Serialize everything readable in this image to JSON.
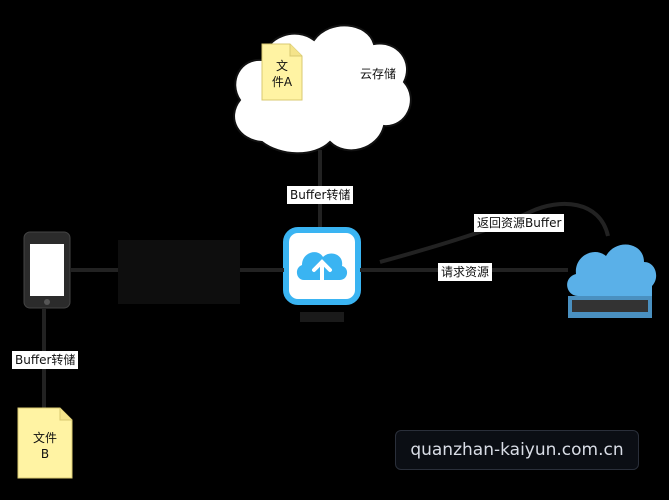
{
  "cloud_storage": {
    "label": "云存储",
    "file_label_line1": "文",
    "file_label_line2": "件A"
  },
  "device_file": {
    "label_line1": "文件",
    "label_line2": "B"
  },
  "edges": {
    "cloud_to_app": "Buffer转储",
    "phone_to_file": "Buffer转储",
    "return_buffer": "返回资源Buffer",
    "request_resource": "请求资源"
  },
  "colors": {
    "app_icon": "#3ab4f2",
    "server_cloud": "#5ab0e8",
    "note": "#fff3a3",
    "cloud_fill": "#ffffff"
  },
  "icons": [
    "cloud-storage-icon",
    "file-a-icon",
    "phone-icon",
    "app-cloud-icon",
    "server-cloud-icon",
    "file-b-icon"
  ],
  "watermark": "quanzhan-kaiyun.com.cn"
}
